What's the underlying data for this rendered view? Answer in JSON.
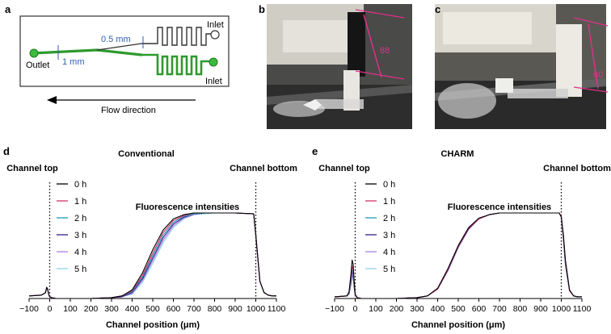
{
  "panels": {
    "a": {
      "letter": "a",
      "outlet_label": "Outlet",
      "inlet_top_label": "Inlet",
      "inlet_bottom_label": "Inlet",
      "dim_small": "0.5 mm",
      "dim_large": "1 mm",
      "flow_label": "Flow direction",
      "colors": {
        "green": "#2e9a2e",
        "blue": "#3060b0",
        "outline": "#333333"
      }
    },
    "b": {
      "letter": "b",
      "measure_label": "88",
      "measure_color": "#e0308a"
    },
    "c": {
      "letter": "c",
      "measure_label": "60",
      "measure_color": "#e0308a"
    },
    "d": {
      "letter": "d",
      "title": "Conventional",
      "channel_top": "Channel top",
      "channel_bottom": "Channel bottom",
      "annotation": "Fluorescence intensities"
    },
    "e": {
      "letter": "e",
      "title": "CHARM",
      "channel_top": "Channel top",
      "channel_bottom": "Channel bottom",
      "annotation": "Fluorescence intensities"
    }
  },
  "chart_data": [
    {
      "type": "line",
      "title": "Conventional",
      "xlabel": "Channel position (μm)",
      "ylabel": "",
      "xlim": [
        -100,
        1100
      ],
      "xticks": [
        "−100",
        "0",
        "100",
        "200",
        "300",
        "400",
        "500",
        "600",
        "700",
        "800",
        "900",
        "1000",
        "1100"
      ],
      "xtick_values": [
        -100,
        0,
        100,
        200,
        300,
        400,
        500,
        600,
        700,
        800,
        900,
        1000,
        1100
      ],
      "vlines": [
        0,
        1000
      ],
      "legend": [
        "0 h",
        "1 h",
        "2 h",
        "3 h",
        "4 h",
        "5 h"
      ],
      "series_colors": [
        "#000000",
        "#d6336c",
        "#1f9bb3",
        "#3a1c8c",
        "#a884e8",
        "#8fd3e8"
      ],
      "x": [
        -100,
        -40,
        -20,
        -15,
        -10,
        -5,
        0,
        10,
        30,
        100,
        200,
        300,
        350,
        400,
        450,
        500,
        550,
        600,
        650,
        700,
        750,
        800,
        900,
        990,
        1000,
        1020,
        1040,
        1060,
        1080,
        1100
      ],
      "series": [
        {
          "name": "0 h",
          "values": [
            0.03,
            0.04,
            0.07,
            0.13,
            0.11,
            0.05,
            0.02,
            0.01,
            0.0,
            0.0,
            0.0,
            0.01,
            0.03,
            0.1,
            0.3,
            0.57,
            0.8,
            0.93,
            0.98,
            1.0,
            1.0,
            1.0,
            1.0,
            0.99,
            0.75,
            0.2,
            0.07,
            0.04,
            0.03,
            0.03
          ]
        },
        {
          "name": "1 h",
          "values": [
            0.03,
            0.04,
            0.07,
            0.13,
            0.11,
            0.05,
            0.02,
            0.01,
            0.0,
            0.0,
            0.0,
            0.01,
            0.03,
            0.09,
            0.27,
            0.53,
            0.77,
            0.91,
            0.97,
            1.0,
            1.0,
            1.0,
            1.0,
            0.99,
            0.74,
            0.2,
            0.07,
            0.04,
            0.03,
            0.03
          ]
        },
        {
          "name": "2 h",
          "values": [
            0.03,
            0.04,
            0.07,
            0.13,
            0.11,
            0.05,
            0.02,
            0.01,
            0.0,
            0.0,
            0.0,
            0.01,
            0.03,
            0.08,
            0.25,
            0.5,
            0.74,
            0.89,
            0.96,
            0.99,
            1.0,
            1.0,
            1.0,
            0.99,
            0.74,
            0.2,
            0.07,
            0.04,
            0.03,
            0.03
          ]
        },
        {
          "name": "3 h",
          "values": [
            0.03,
            0.04,
            0.07,
            0.13,
            0.11,
            0.05,
            0.02,
            0.01,
            0.0,
            0.0,
            0.0,
            0.01,
            0.02,
            0.07,
            0.23,
            0.47,
            0.71,
            0.87,
            0.95,
            0.99,
            1.0,
            1.0,
            1.0,
            0.99,
            0.74,
            0.2,
            0.07,
            0.04,
            0.03,
            0.03
          ]
        },
        {
          "name": "4 h",
          "values": [
            0.03,
            0.04,
            0.07,
            0.12,
            0.1,
            0.05,
            0.02,
            0.01,
            0.0,
            0.0,
            0.0,
            0.01,
            0.02,
            0.06,
            0.21,
            0.44,
            0.68,
            0.85,
            0.94,
            0.98,
            1.0,
            1.0,
            1.0,
            0.99,
            0.73,
            0.2,
            0.07,
            0.04,
            0.03,
            0.03
          ]
        },
        {
          "name": "5 h",
          "values": [
            0.03,
            0.04,
            0.07,
            0.12,
            0.1,
            0.05,
            0.02,
            0.01,
            0.0,
            0.0,
            0.0,
            0.01,
            0.02,
            0.05,
            0.19,
            0.41,
            0.65,
            0.83,
            0.93,
            0.98,
            0.99,
            1.0,
            1.0,
            0.99,
            0.73,
            0.2,
            0.07,
            0.04,
            0.03,
            0.03
          ]
        }
      ]
    },
    {
      "type": "line",
      "title": "CHARM",
      "xlabel": "Channel position (μm)",
      "ylabel": "",
      "xlim": [
        -100,
        1100
      ],
      "xticks": [
        "−100",
        "0",
        "100",
        "200",
        "300",
        "400",
        "500",
        "600",
        "700",
        "800",
        "900",
        "1000",
        "1100"
      ],
      "xtick_values": [
        -100,
        0,
        100,
        200,
        300,
        400,
        500,
        600,
        700,
        800,
        900,
        1000,
        1100
      ],
      "vlines": [
        0,
        1000
      ],
      "legend": [
        "0 h",
        "1 h",
        "2 h",
        "3 h",
        "4 h",
        "5 h"
      ],
      "series_colors": [
        "#000000",
        "#d6336c",
        "#1f9bb3",
        "#3a1c8c",
        "#a884e8",
        "#8fd3e8"
      ],
      "x": [
        -100,
        -40,
        -30,
        -20,
        -15,
        -10,
        -5,
        0,
        10,
        30,
        100,
        200,
        300,
        350,
        400,
        450,
        500,
        550,
        600,
        650,
        700,
        750,
        800,
        900,
        990,
        1000,
        1010,
        1020,
        1040,
        1060,
        1080,
        1100
      ],
      "series": [
        {
          "name": "0 h",
          "values": [
            0.02,
            0.03,
            0.08,
            0.3,
            0.45,
            0.4,
            0.2,
            0.05,
            0.01,
            0.0,
            0.0,
            0.0,
            0.01,
            0.03,
            0.12,
            0.35,
            0.62,
            0.83,
            0.94,
            0.98,
            1.0,
            1.0,
            1.0,
            1.0,
            1.0,
            0.95,
            0.75,
            0.45,
            0.1,
            0.03,
            0.02,
            0.02
          ]
        },
        {
          "name": "1 h",
          "values": [
            0.02,
            0.03,
            0.07,
            0.25,
            0.38,
            0.34,
            0.17,
            0.04,
            0.01,
            0.0,
            0.0,
            0.0,
            0.01,
            0.03,
            0.11,
            0.34,
            0.61,
            0.82,
            0.93,
            0.98,
            1.0,
            1.0,
            1.0,
            1.0,
            1.0,
            0.96,
            0.72,
            0.42,
            0.09,
            0.03,
            0.02,
            0.02
          ]
        },
        {
          "name": "2 h",
          "values": [
            0.02,
            0.03,
            0.06,
            0.22,
            0.34,
            0.3,
            0.15,
            0.04,
            0.01,
            0.0,
            0.0,
            0.0,
            0.01,
            0.03,
            0.11,
            0.34,
            0.61,
            0.82,
            0.93,
            0.98,
            1.0,
            1.0,
            1.0,
            1.0,
            1.0,
            0.96,
            0.7,
            0.4,
            0.09,
            0.03,
            0.02,
            0.02
          ]
        },
        {
          "name": "3 h",
          "values": [
            0.02,
            0.03,
            0.06,
            0.2,
            0.32,
            0.28,
            0.14,
            0.04,
            0.01,
            0.0,
            0.0,
            0.0,
            0.01,
            0.03,
            0.11,
            0.33,
            0.6,
            0.81,
            0.93,
            0.98,
            1.0,
            1.0,
            1.0,
            1.0,
            1.0,
            0.96,
            0.7,
            0.4,
            0.09,
            0.03,
            0.02,
            0.02
          ]
        },
        {
          "name": "4 h",
          "values": [
            0.02,
            0.03,
            0.05,
            0.18,
            0.28,
            0.25,
            0.13,
            0.03,
            0.01,
            0.0,
            0.0,
            0.0,
            0.01,
            0.03,
            0.11,
            0.33,
            0.6,
            0.81,
            0.93,
            0.98,
            1.0,
            1.0,
            1.0,
            1.0,
            1.0,
            0.96,
            0.69,
            0.39,
            0.09,
            0.03,
            0.02,
            0.02
          ]
        },
        {
          "name": "5 h",
          "values": [
            0.02,
            0.03,
            0.05,
            0.16,
            0.26,
            0.23,
            0.12,
            0.03,
            0.01,
            0.0,
            0.0,
            0.0,
            0.01,
            0.03,
            0.11,
            0.33,
            0.6,
            0.81,
            0.93,
            0.98,
            1.0,
            1.0,
            1.0,
            1.0,
            1.0,
            0.96,
            0.69,
            0.39,
            0.09,
            0.03,
            0.02,
            0.02
          ]
        }
      ]
    }
  ]
}
